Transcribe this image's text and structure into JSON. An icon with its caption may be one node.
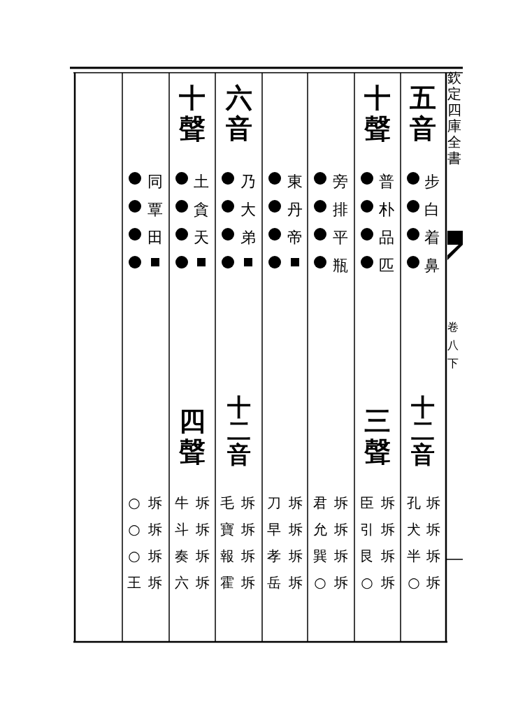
{
  "diagram": {
    "labels": [
      "欽定四庫全書",
      "卷八下",
      "五音",
      "步白着鼻",
      "十二音",
      "坼坼坼坼",
      "孔犬半○",
      "十聲",
      "普朴品匹",
      "三聲",
      "坼坼坼坼",
      "臣引艮○",
      "旁排平瓶",
      "坼坼坼坼",
      "君允巽○",
      "東丹帝",
      "坼坼坼坼",
      "刀早孝岳",
      "六音",
      "乃大弟",
      "十二音",
      "坼坼坼坼",
      "毛寶報霍",
      "十聲",
      "土貪天",
      "四聲",
      "坼坼坼坼",
      "牛斗奏六",
      "同覃田",
      "坼坼坼坼",
      "○○○王"
    ]
  }
}
